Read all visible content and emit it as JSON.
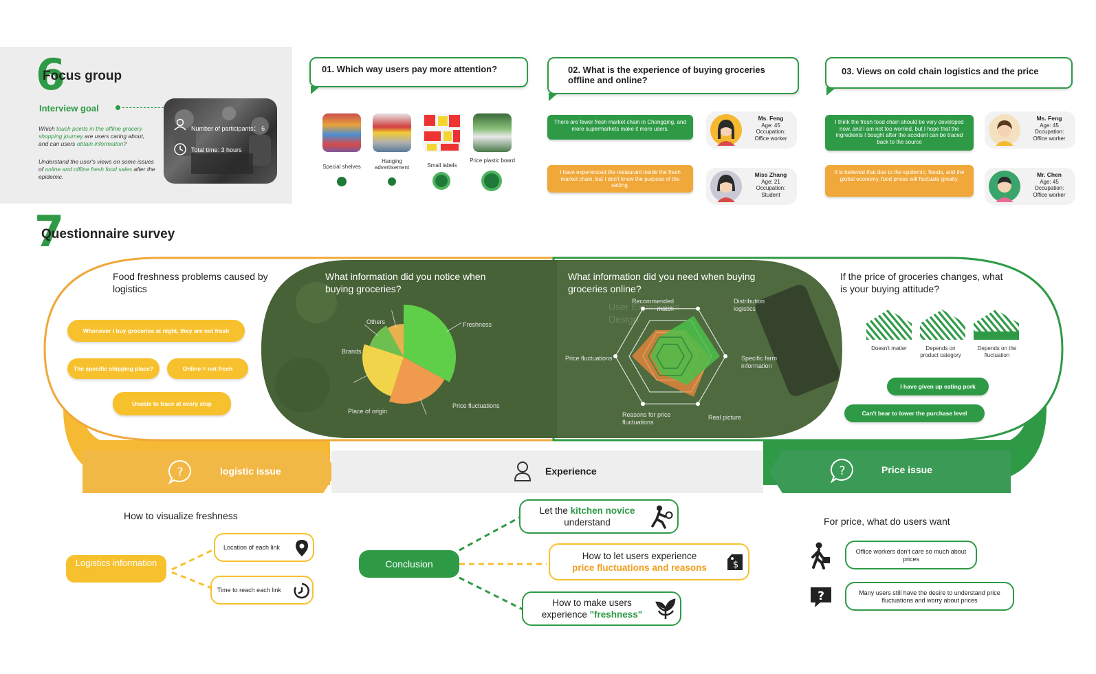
{
  "colors": {
    "green": "#2e9a46",
    "dark_green": "#1f7a3a",
    "orange": "#f0a83a",
    "yellow": "#f7c12e",
    "grey": "#ededed"
  },
  "focus": {
    "number": "6",
    "title": "Focus group",
    "goal_label": "Interview goal",
    "note1_a": "Which ",
    "note1_b": "touch points in the offline grocery shopping journey",
    "note1_c": " are users caring about, and can users ",
    "note1_d": "obtain information",
    "note1_e": "?",
    "note2_a": "Understand the user's views on some issues of ",
    "note2_b": "online and offline fresh food sales",
    "note2_c": " after the epidemic.",
    "participants_label": "Number of participants：",
    "participants_value": "6",
    "time_label": "Total time: 3 hours"
  },
  "q1": {
    "title": "01. Which way users pay more attention?",
    "items": [
      {
        "label": "Special shelves"
      },
      {
        "label": "Hanging advertisement"
      },
      {
        "label": "Small labels"
      },
      {
        "label": "Price plastic board"
      }
    ]
  },
  "q2": {
    "title": "02. What is the experience of buying groceries offline and online?",
    "quote1": "There are fewer fresh market chain in Chongqing, and more supermarkets make it more users.",
    "quote2": "I have experienced the restaurant inside the fresh market chain, but I don't know the purpose of the setting.",
    "p1": {
      "name": "Ms. Feng",
      "age": "Age: 45",
      "occ_label": "Occupation:",
      "occ": "Office worker"
    },
    "p2": {
      "name": "Miss Zhang",
      "age": "Age: 21",
      "occ_label": "Occupation:",
      "occ": "Student"
    }
  },
  "q3": {
    "title": "03. Views on cold chain logistics and the price",
    "quote1": "I think the fresh food chain should be very developed now, and I am not too worried, but I hope that the ingredients I bought after the accident can be traced back to the source",
    "quote2": "It is believed that due to the epidemic, floods, and the global economy, food prices will fluctuate greatly.",
    "p1": {
      "name": "Ms. Feng",
      "age": "Age: 45",
      "occ_label": "Occupation:",
      "occ": "Office worker"
    },
    "p2": {
      "name": "Mr. Chen",
      "age": "Age: 45",
      "occ_label": "Occupation:",
      "occ": "Office worker"
    }
  },
  "survey": {
    "number": "7",
    "title": "Questionnaire survey",
    "logistics_q": "Food freshness problems caused by logistics",
    "pills": [
      "Whenever I buy groceries at night, they are not fresh",
      "The specific shipping place?",
      "Online = not fresh",
      "Unable to trace at every step"
    ],
    "price_q": "If the price of  groceries changes, what is your buying attitude?",
    "attitudes": [
      "Doesn't matter",
      "Depends on product category",
      "Depends on the fluctuation"
    ],
    "price_pills": [
      "I have given up eating pork",
      "Can't bear to lower the purchase level"
    ]
  },
  "chart_data": [
    {
      "type": "pie",
      "title": "What information did you notice when buying groceries?",
      "labels": [
        "Freshness",
        "Price fluctuations",
        "Place of origin",
        "Brands",
        "Others"
      ],
      "values": [
        33,
        22,
        25,
        12,
        8
      ]
    },
    {
      "type": "radar",
      "title": "What information did you need when buying groceries online?",
      "axes": [
        "Distribution logistics",
        "Specific farm information",
        "Real picture",
        "Reasons for price fluctuations",
        "Price fluctuations",
        "Recommended match"
      ],
      "series": [
        {
          "values": [
            0.55,
            0.72,
            0.85,
            0.5,
            0.7,
            0.55
          ]
        },
        {
          "values": [
            0.85,
            0.9,
            0.6,
            0.35,
            0.35,
            0.4
          ]
        }
      ],
      "range": [
        0,
        1
      ],
      "watermark": "User Experience Design"
    }
  ],
  "banner": {
    "left": "logistic issue",
    "center": "Experience",
    "right": "Price issue"
  },
  "bottom": {
    "left_heading": "How to visualize freshness",
    "logistics_info": "Logistics information",
    "location": "Location of each link",
    "time": "Time to reach each link",
    "conclusion": "Conclusion",
    "c1_a": "Let the ",
    "c1_b": "kitchen novice",
    "c1_c": " understand",
    "c2_a": "How to let users experience",
    "c2_b": "price fluctuations and reasons",
    "c3_a": "How to make users experience ",
    "c3_b": "\"freshness\"",
    "right_heading": "For price, what do users want",
    "want1": "Office workers don't care so much about prices",
    "want2": "Many users still have the desire to understand price fluctuations and worry about prices"
  }
}
